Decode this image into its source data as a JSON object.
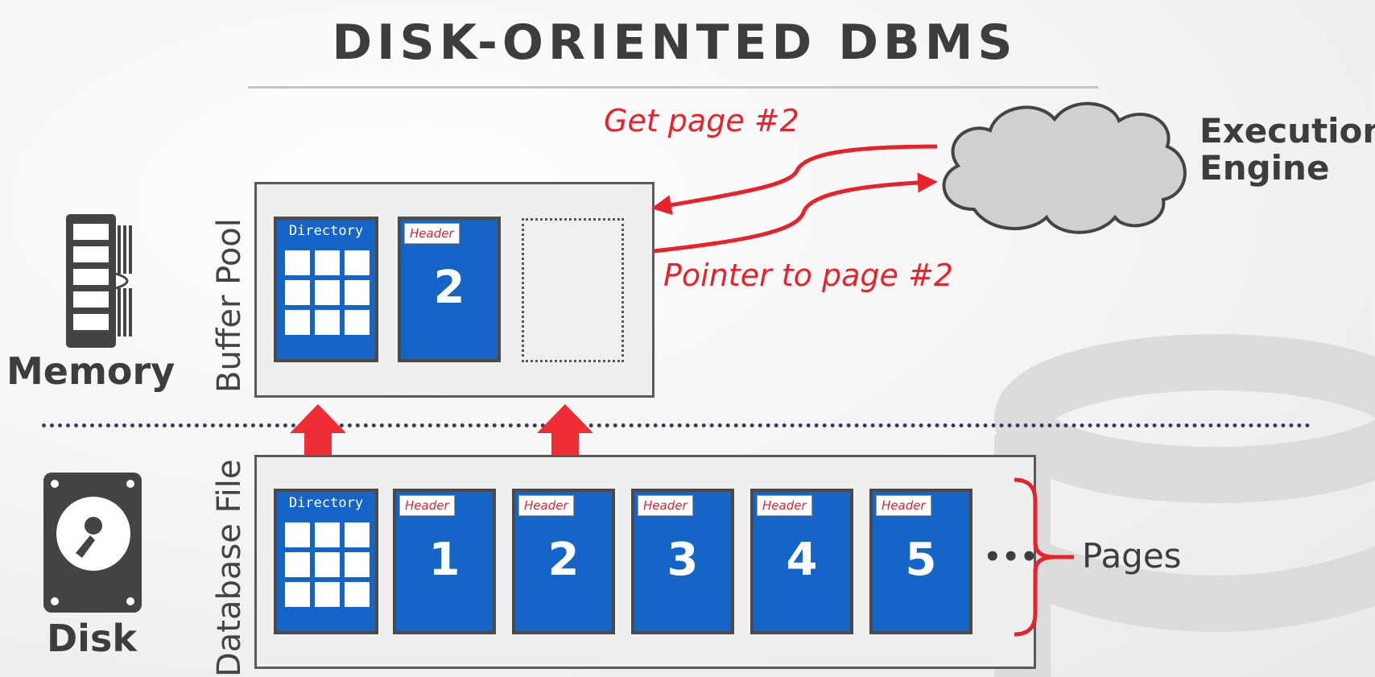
{
  "title": "DISK-ORIENTED DBMS",
  "memory": {
    "label": "Memory",
    "icon": "ram-chip-icon"
  },
  "disk": {
    "label": "Disk",
    "icon": "hard-drive-icon"
  },
  "buffer_pool": {
    "label": "Buffer Pool",
    "directory_label": "Directory",
    "page": {
      "header": "Header",
      "number": "2"
    }
  },
  "database_file": {
    "label": "Database File",
    "directory_label": "Directory",
    "pages": [
      {
        "header": "Header",
        "number": "1"
      },
      {
        "header": "Header",
        "number": "2"
      },
      {
        "header": "Header",
        "number": "3"
      },
      {
        "header": "Header",
        "number": "4"
      },
      {
        "header": "Header",
        "number": "5"
      }
    ],
    "ellipsis": "•••",
    "pages_label": "Pages"
  },
  "execution_engine": {
    "line1": "Execution",
    "line2": "Engine"
  },
  "arrows": {
    "request": "Get page #2",
    "response": "Pointer to page #2"
  },
  "colors": {
    "page_blue": "#1565c8",
    "arrow_red": "#e8222b",
    "text_dark": "#3d3d3d",
    "divider": "#3a3a63"
  }
}
